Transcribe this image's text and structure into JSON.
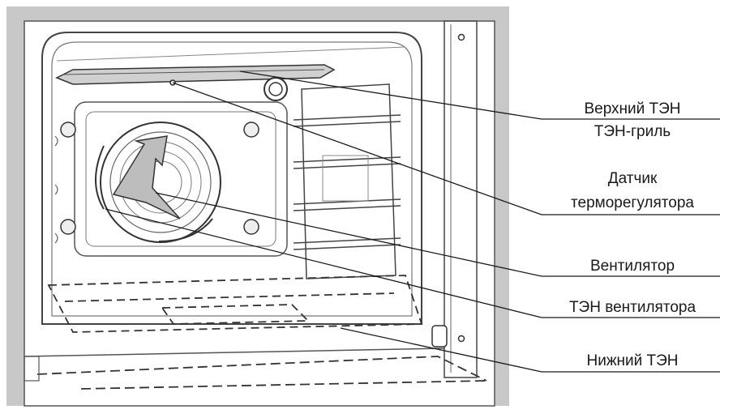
{
  "labels": {
    "upper": "Верхний ТЭН",
    "grill": "ТЭН-гриль",
    "sensor_1": "Датчик",
    "sensor_2": "терморегулятора",
    "fan": "Вентилятор",
    "fan_heater": "ТЭН вентилятора",
    "lower": "Нижний ТЭН"
  },
  "colors": {
    "frame": "#c8c8c8",
    "line": "#1a1a1a",
    "fan_fill": "#bdbdbd",
    "glass": "#ececec"
  }
}
